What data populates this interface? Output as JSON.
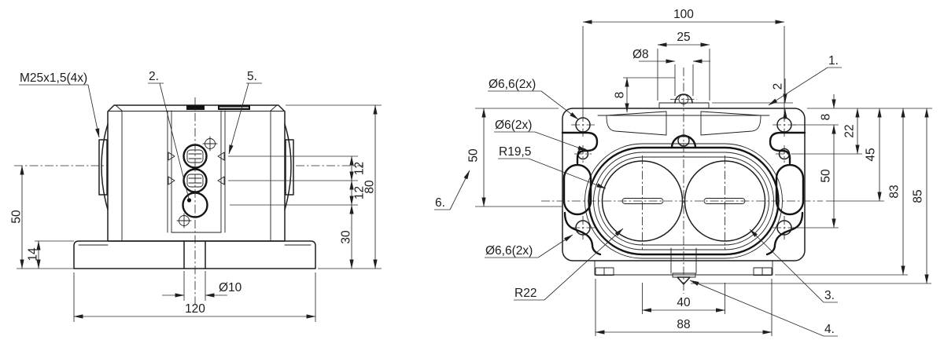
{
  "front_view": {
    "thread_label": "M25x1,5(4x)",
    "ref_2": "2.",
    "ref_5": "5.",
    "dim_12_upper": "12",
    "dim_12_lower": "12",
    "dim_80": "80",
    "dim_30": "30",
    "dim_50": "50",
    "dim_14": "14",
    "dim_120": "120",
    "dim_hole": "Ø10"
  },
  "top_view": {
    "ref_1": "1.",
    "ref_3": "3.",
    "ref_4": "4.",
    "ref_6": "6.",
    "hole_top_left": "Ø6,6(2x)",
    "hole_small": "Ø6(2x)",
    "radius_bore": "R19,5",
    "hole_bottom_left": "Ø6,6(2x)",
    "radius_boss": "R22",
    "dim_100": "100",
    "dim_25": "25",
    "dim_boss": "Ø8",
    "dim_8_left": "8",
    "dim_2": "2",
    "dim_8_right": "8",
    "dim_22": "22",
    "dim_45": "45",
    "dim_50_right": "50",
    "dim_83": "83",
    "dim_85": "85",
    "dim_50_left": "50",
    "dim_40": "40",
    "dim_88": "88"
  }
}
